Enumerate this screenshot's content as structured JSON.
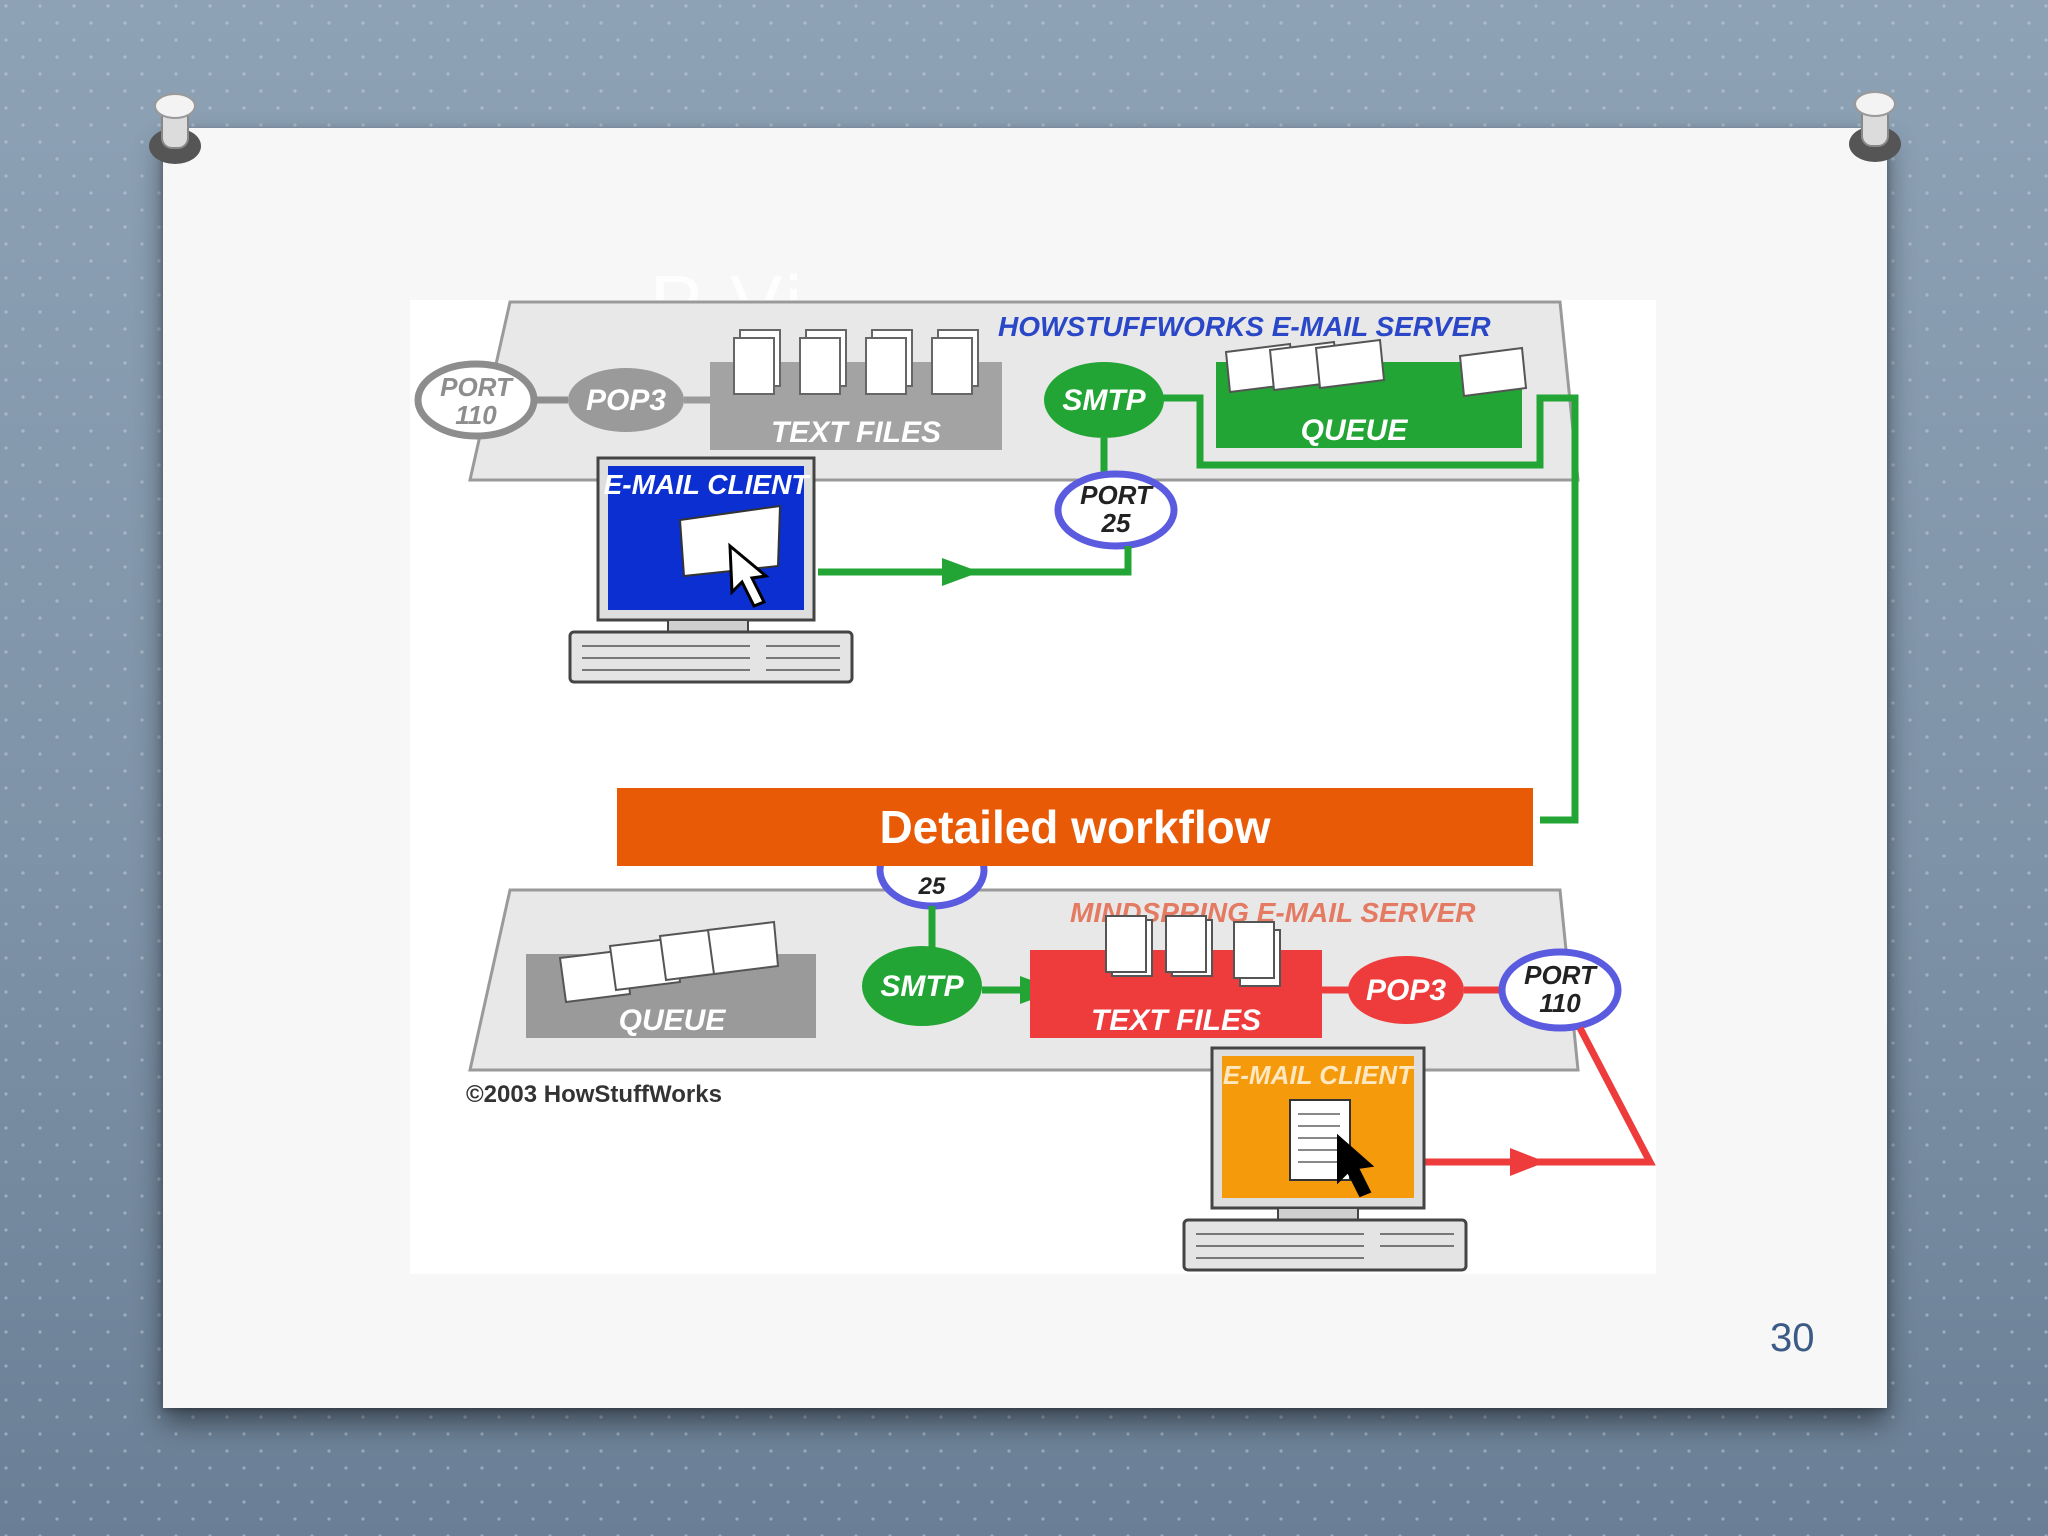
{
  "slide": {
    "title_fragment": "P          Vi",
    "page_number": "30"
  },
  "banner": {
    "label": "Detailed workflow"
  },
  "diagram": {
    "top_server": {
      "title": "HOWSTUFFWORKS E-MAIL SERVER",
      "port_left": [
        "PORT",
        "110"
      ],
      "pop3": "POP3",
      "text_files": "TEXT FILES",
      "smtp": "SMTP",
      "queue": "QUEUE",
      "port_25": [
        "PORT",
        "25"
      ],
      "client": "E-MAIL CLIENT"
    },
    "bottom_server": {
      "title": "MINDSPRING E-MAIL SERVER",
      "port_25_num": "25",
      "queue": "QUEUE",
      "smtp": "SMTP",
      "text_files": "TEXT FILES",
      "pop3": "POP3",
      "port_right": [
        "PORT",
        "110"
      ],
      "client": "E-MAIL CLIENT"
    },
    "copyright": "©2003 HowStuffWorks"
  },
  "colors": {
    "green": "#22a534",
    "red": "#ee3b3b",
    "blue": "#0b2fd0",
    "orange": "#f59a0b",
    "accent_banner": "#e85a06"
  }
}
